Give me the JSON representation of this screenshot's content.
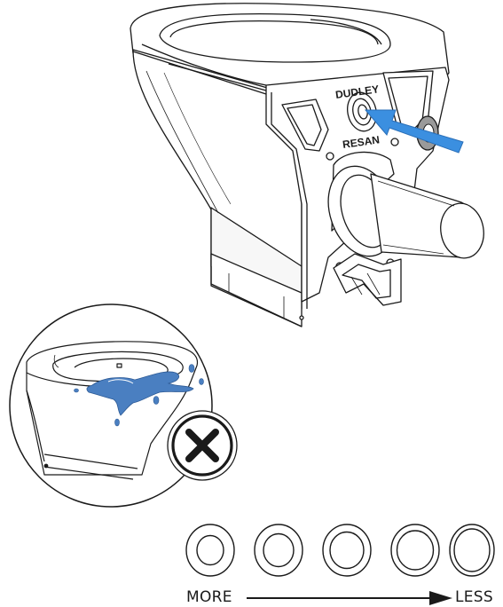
{
  "brand": {
    "top": "DUDLEY",
    "bottom": "RESAN"
  },
  "scale": {
    "left_label": "MORE",
    "right_label": "LESS",
    "washer_count": 5
  },
  "colors": {
    "line": "#1a1a1a",
    "arrow_blue": "#3b8fe0",
    "water_blue": "#4a7fc1",
    "water_dark": "#2d5a95"
  },
  "icons": {
    "wrong": "close-x-icon"
  }
}
